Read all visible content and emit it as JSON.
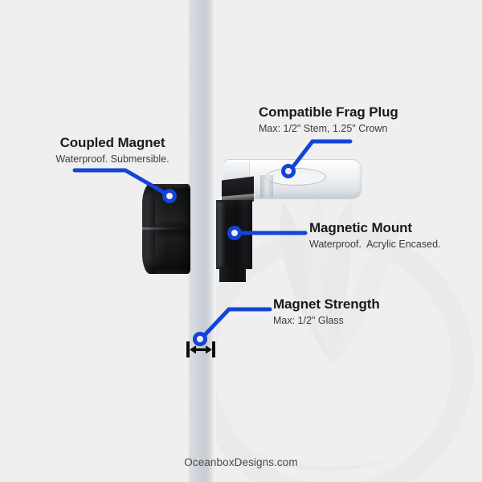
{
  "meta": {
    "background_color": "#efefef",
    "accent_color": "#1543d6",
    "title_color": "#1a1a1a"
  },
  "callouts": [
    {
      "id": "compatible-frag-plug",
      "title": "Compatible Frag Plug",
      "subtitle": "Max: 1/2\" Stem, 1.25\" Crown"
    },
    {
      "id": "coupled-magnet",
      "title": "Coupled Magnet",
      "subtitle": "Waterproof. Submersible."
    },
    {
      "id": "magnetic-mount",
      "title": "Magnetic Mount",
      "subtitle": "Waterproof.  Acrylic Encased."
    },
    {
      "id": "magnet-strength",
      "title": "Magnet Strength",
      "subtitle": "Max: 1/2\" Glass"
    }
  ],
  "product": {
    "glass_pane_label": "aquarium-glass-pane",
    "magnet_label": "coupled-magnet-cylinder",
    "mount_label": "acrylic-magnetic-mount",
    "tray_label": "frag-plug-holder-tray",
    "dimension_label": "glass-thickness-dimension"
  },
  "footer": {
    "watermark": "OceanboxDesigns.com"
  }
}
